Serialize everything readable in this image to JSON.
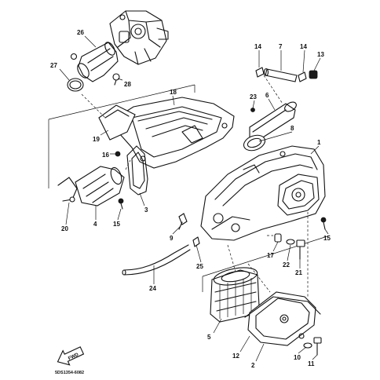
{
  "diagram": {
    "labels": {
      "p1": "1",
      "p2": "2",
      "p3": "3",
      "p4": "4",
      "p5": "5",
      "p6": "6",
      "p7": "7",
      "p8": "8",
      "p9": "9",
      "p10": "10",
      "p11": "11",
      "p12": "12",
      "p13": "13",
      "p14a": "14",
      "p14b": "14",
      "p15a": "15",
      "p15b": "15",
      "p16": "16",
      "p17": "17",
      "p18": "18",
      "p19": "19",
      "p20": "20",
      "p21": "21",
      "p22": "22",
      "p23": "23",
      "p24": "24",
      "p25": "25",
      "p26": "26",
      "p27": "27",
      "p28": "28"
    },
    "fwd_label": "FWD",
    "drawing_code": "5DS1354-6082"
  }
}
